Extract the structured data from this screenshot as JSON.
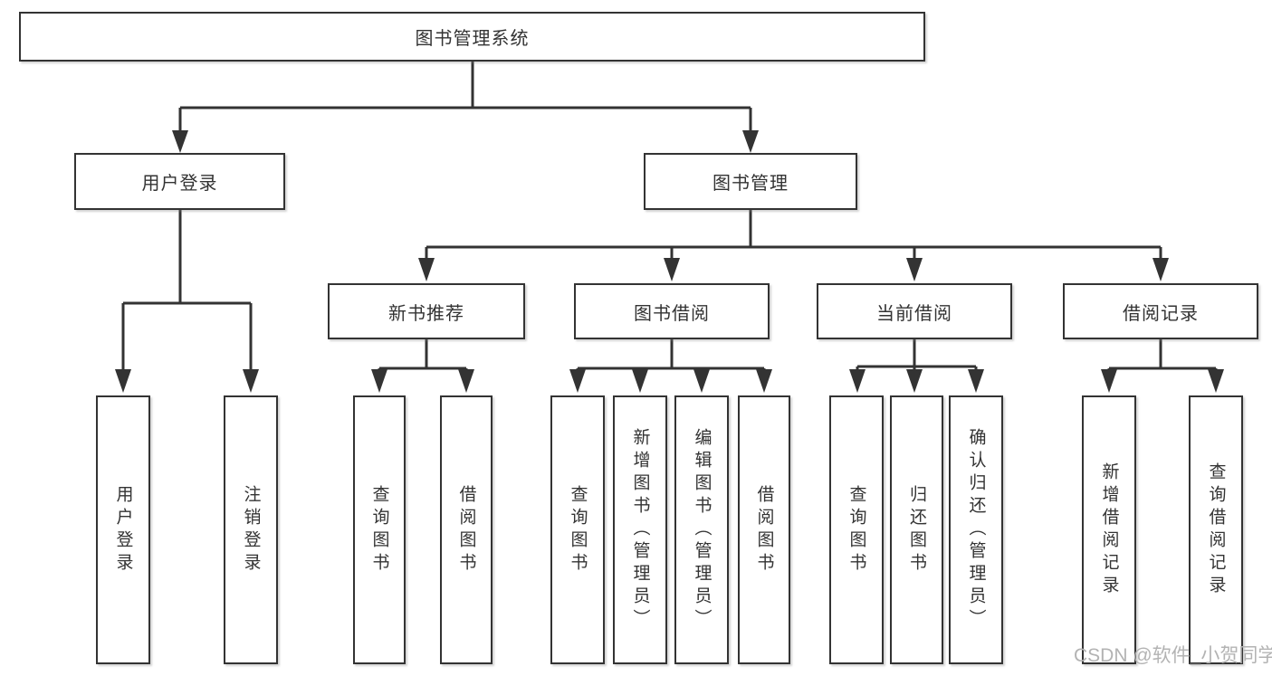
{
  "colors": {
    "line": "#333333",
    "box_border": "#333333",
    "text": "#333333",
    "background": "#ffffff",
    "watermark": "#b3b3b3"
  },
  "tree": {
    "root": "图书管理系统",
    "branches": [
      {
        "label": "用户登录",
        "children": [
          "用户登录",
          "注销登录"
        ]
      },
      {
        "label": "图书管理",
        "groups": [
          {
            "label": "新书推荐",
            "children": [
              "查询图书",
              "借阅图书"
            ]
          },
          {
            "label": "图书借阅",
            "children": [
              "查询图书",
              "新增图书（管理员）",
              "编辑图书（管理员）",
              "借阅图书"
            ]
          },
          {
            "label": "当前借阅",
            "children": [
              "查询图书",
              "归还图书",
              "确认归还（管理员）"
            ]
          },
          {
            "label": "借阅记录",
            "children": [
              "新增借阅记录",
              "查询借阅记录"
            ]
          }
        ]
      }
    ]
  },
  "watermark": {
    "text": "CSDN @软件_小贺同学"
  }
}
